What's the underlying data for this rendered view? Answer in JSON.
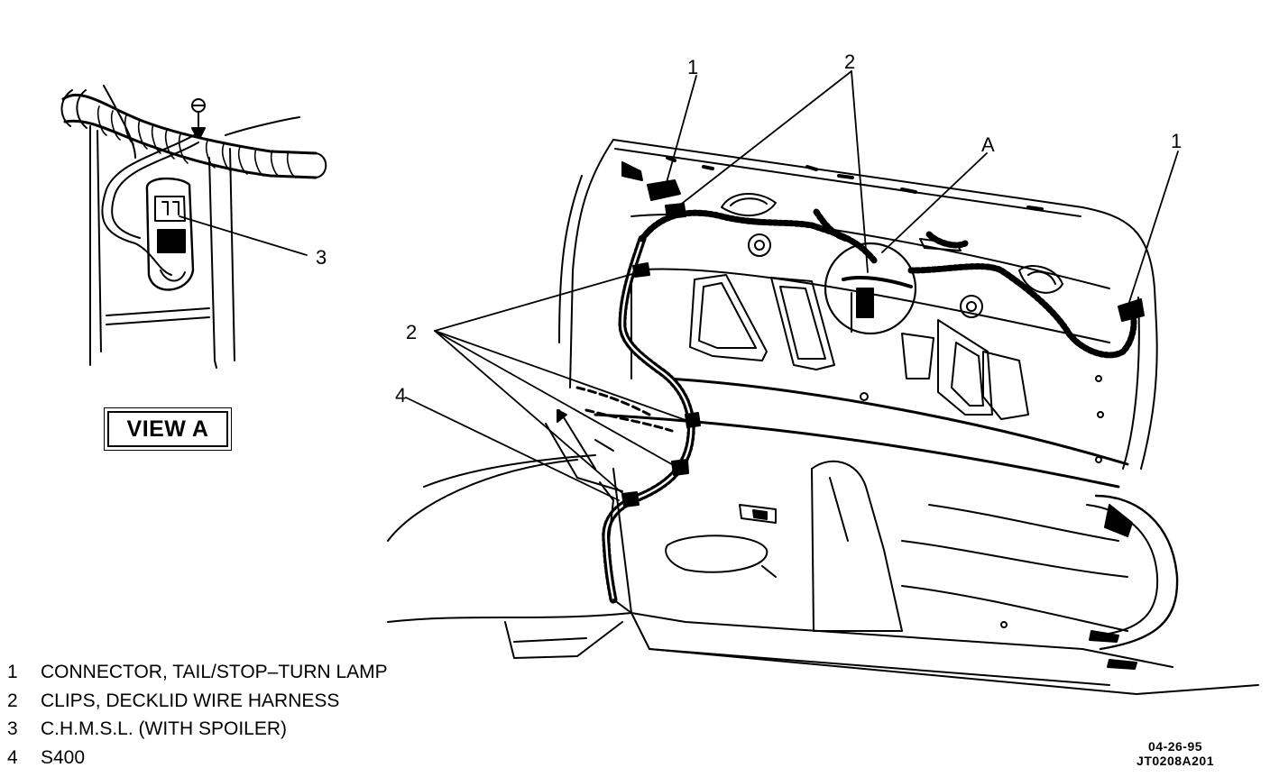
{
  "view_label": "VIEW A",
  "callouts": {
    "c1_top": "1",
    "c2_top": "2",
    "cA": "A",
    "c1_right": "1",
    "c3": "3",
    "c2_left": "2",
    "c4": "4"
  },
  "legend": [
    {
      "num": "1",
      "text": "CONNECTOR, TAIL/STOP–TURN LAMP"
    },
    {
      "num": "2",
      "text": "CLIPS, DECKLID WIRE HARNESS"
    },
    {
      "num": "3",
      "text": "C.H.M.S.L. (WITH SPOILER)"
    },
    {
      "num": "4",
      "text": "S400"
    }
  ],
  "stamp": {
    "date": "04-26-95",
    "code": "JT0208A201"
  }
}
